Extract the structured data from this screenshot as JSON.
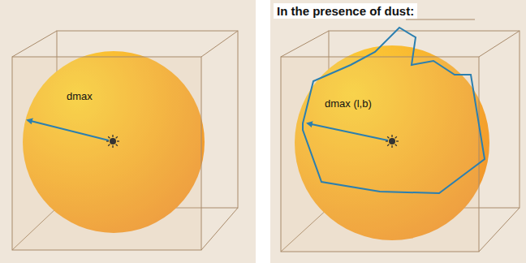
{
  "diagram": {
    "labels": [
      "dmax",
      "In the presence of dust:",
      "dmax (l,b)"
    ]
  }
}
